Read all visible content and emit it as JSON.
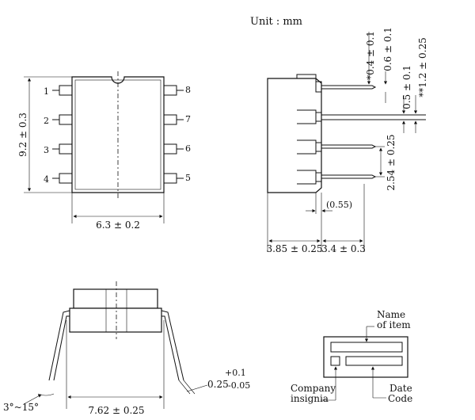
{
  "unit_note": "Unit : mm",
  "top_view": {
    "height_dim": "9.2 ± 0.3",
    "width_dim": "6.3 ± 0.2",
    "pins_left": [
      "1",
      "2",
      "3",
      "4"
    ],
    "pins_right": [
      "8",
      "7",
      "6",
      "5"
    ]
  },
  "side_view": {
    "dim_lead_width": "*0.4 ± 0.1",
    "dim_lead_thick": "0.6 ± 0.1",
    "dim_lead_gap": "0.5 ± 0.1",
    "dim_tip": "**1.2 ± 0.25",
    "dim_pitch": "2.54 ± 0.25",
    "dim_offset": "(0.55)",
    "dim_body_height": "3.85 ± 0.25",
    "dim_lead_length": "3.4 ± 0.3"
  },
  "end_view": {
    "dim_row_spacing": "7.62 ± 0.25",
    "dim_angle": "3°~15°",
    "dim_thickness_nominal": "0.25",
    "dim_thickness_plus": "+0.1",
    "dim_thickness_minus": "-0.05"
  },
  "marking": {
    "name_label_line1": "Name",
    "name_label_line2": "of item",
    "company_label_line1": "Company",
    "company_label_line2": "insignia",
    "date_label_line1": "Date",
    "date_label_line2": "Code"
  }
}
